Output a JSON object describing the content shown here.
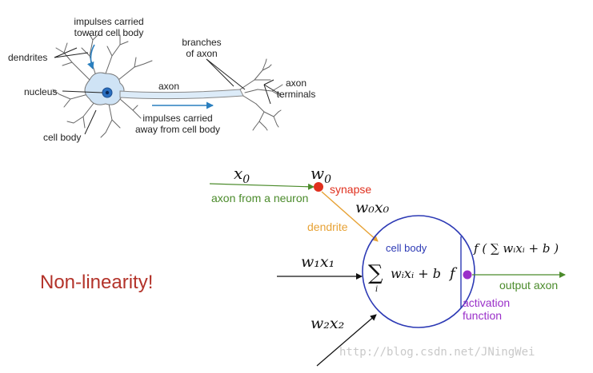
{
  "neuron": {
    "impulses_in_line1": "impulses carried",
    "impulses_in_line2": "toward cell body",
    "dendrites": "dendrites",
    "nucleus": "nucleus",
    "cell_body": "cell body",
    "axon": "axon",
    "branches_line1": "branches",
    "branches_line2": "of axon",
    "terminals_line1": "axon",
    "terminals_line2": "terminals",
    "impulses_out_line1": "impulses carried",
    "impulses_out_line2": "away from cell body"
  },
  "model": {
    "x0": "x",
    "x0_sub": "0",
    "w0": "w",
    "w0_sub": "0",
    "synapse": "synapse",
    "axon_from_neuron": "axon from a neuron",
    "w0x0": "w₀x₀",
    "dendrite": "dendrite",
    "cell_body": "cell body",
    "w1x1": "w₁x₁",
    "w2x2": "w₂x₂",
    "sum_symbol": "∑",
    "sum_index": "i",
    "sum_expr": "wᵢxᵢ + b",
    "f": "f",
    "output_expr": "f ( ∑ wᵢxᵢ + b )",
    "output_axon": "output axon",
    "activation_line1": "activation",
    "activation_line2": "function"
  },
  "nonlinearity": "Non-linearity!",
  "watermark": "http://blog.csdn.net/JNingWei",
  "colors": {
    "cell_fill": "#cfe3f5",
    "axon_fill": "#dcebf8",
    "outline": "#555555",
    "arrow_blue": "#2a7fbf",
    "green": "#4b8b2b",
    "orange": "#e7a235",
    "red": "#e0301e",
    "purple": "#9a2fc9",
    "circle": "#2d3ab5",
    "title": "#b3332a"
  }
}
